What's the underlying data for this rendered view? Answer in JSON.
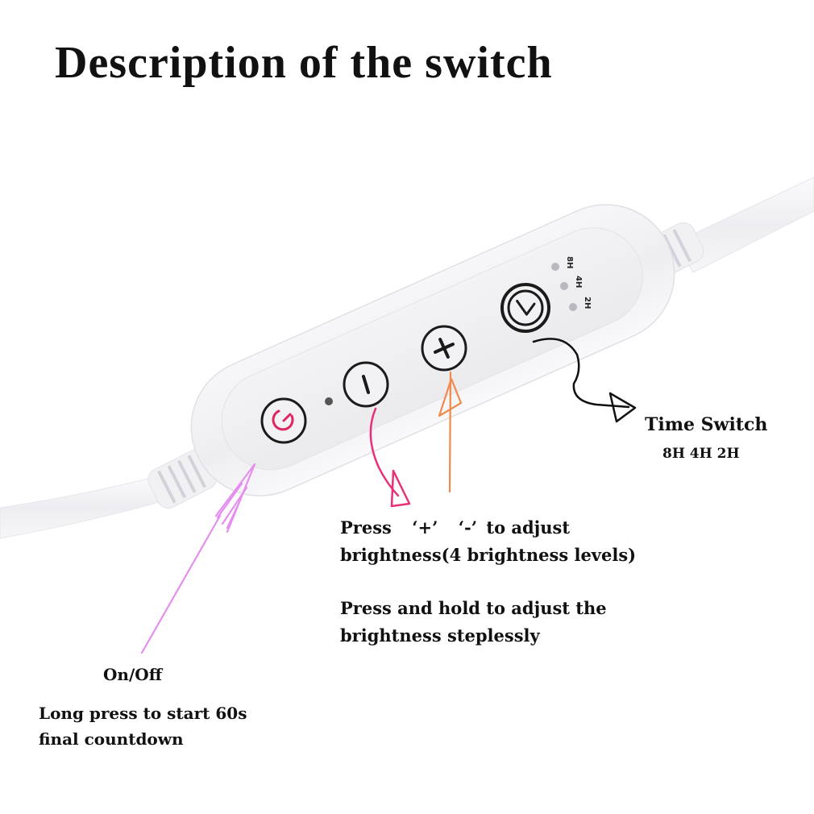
{
  "title": "Description of the switch",
  "switch": {
    "buttons": [
      {
        "name": "power",
        "icon": "power-icon",
        "color": "#e0245e"
      },
      {
        "name": "minus",
        "icon": "minus-icon",
        "color": "#222222"
      },
      {
        "name": "plus",
        "icon": "plus-icon",
        "color": "#222222"
      },
      {
        "name": "timer",
        "icon": "clock-icon",
        "color": "#222222"
      }
    ],
    "indicators": [
      {
        "label": "8H"
      },
      {
        "label": "4H"
      },
      {
        "label": "2H"
      }
    ]
  },
  "annotations": {
    "time_switch": {
      "title": "Time Switch",
      "subtitle": "8H 4H 2H",
      "arrow_color": "#111111"
    },
    "brightness": {
      "line1_prefix": "Press",
      "line1_plus": "‘+’",
      "line1_minus": "‘-’",
      "line1_suffix": "to adjust",
      "line2": "brightness(4 brightness levels)",
      "line3": "Press and hold to adjust the",
      "line4": "brightness steplessly",
      "minus_arrow_color": "#e8307a",
      "plus_arrow_color": "#f08a4b"
    },
    "on_off": {
      "title": "On/Off",
      "line1": "Long press to start 60s",
      "line2": "final countdown",
      "arrow_color": "#e68ef0"
    }
  }
}
